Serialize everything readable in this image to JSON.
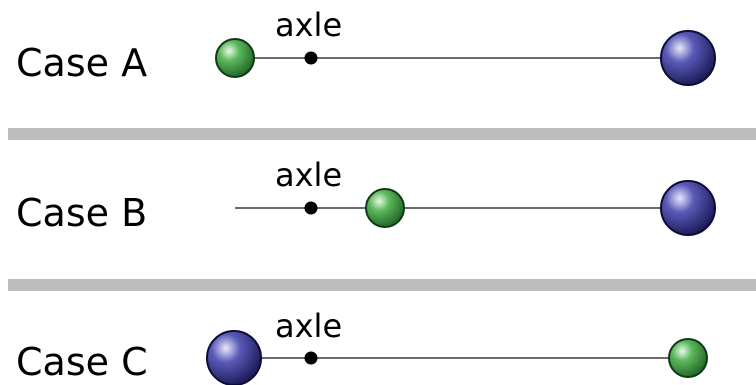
{
  "cases": [
    {
      "label": "Case A",
      "axle_label": "axle",
      "small_ball": "green",
      "large_ball": "blue"
    },
    {
      "label": "Case B",
      "axle_label": "axle",
      "small_ball": "green",
      "large_ball": "blue"
    },
    {
      "label": "Case C",
      "axle_label": "axle",
      "small_ball": "green",
      "large_ball": "blue"
    }
  ],
  "colors": {
    "green_ball": "#2e8b3a",
    "blue_ball": "#2a2a86",
    "rod": "#6b6b6b",
    "divider": "#bdbdbd",
    "axle_dot": "#000000"
  }
}
